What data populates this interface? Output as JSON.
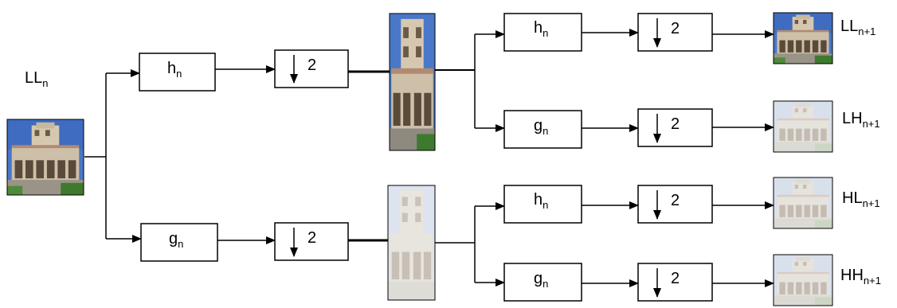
{
  "filters": {
    "h": {
      "base": "h",
      "sub": "n"
    },
    "g": {
      "base": "g",
      "sub": "n"
    },
    "downsample": "2"
  },
  "outputs": {
    "input": {
      "base": "LL",
      "sub": "n"
    },
    "ll": {
      "base": "LL",
      "sub": "n+1"
    },
    "lh": {
      "base": "LH",
      "sub": "n+1"
    },
    "hl": {
      "base": "HL",
      "sub": "n+1"
    },
    "hh": {
      "base": "HH",
      "sub": "n+1"
    }
  },
  "colors": {
    "sky": "#4a78c8",
    "building": "#cdbfa8",
    "arch": "#5a4a3a",
    "grass": "#3e7a2e",
    "detail_sky": "#d8e0ec",
    "detail_building": "#e6e2dc"
  }
}
